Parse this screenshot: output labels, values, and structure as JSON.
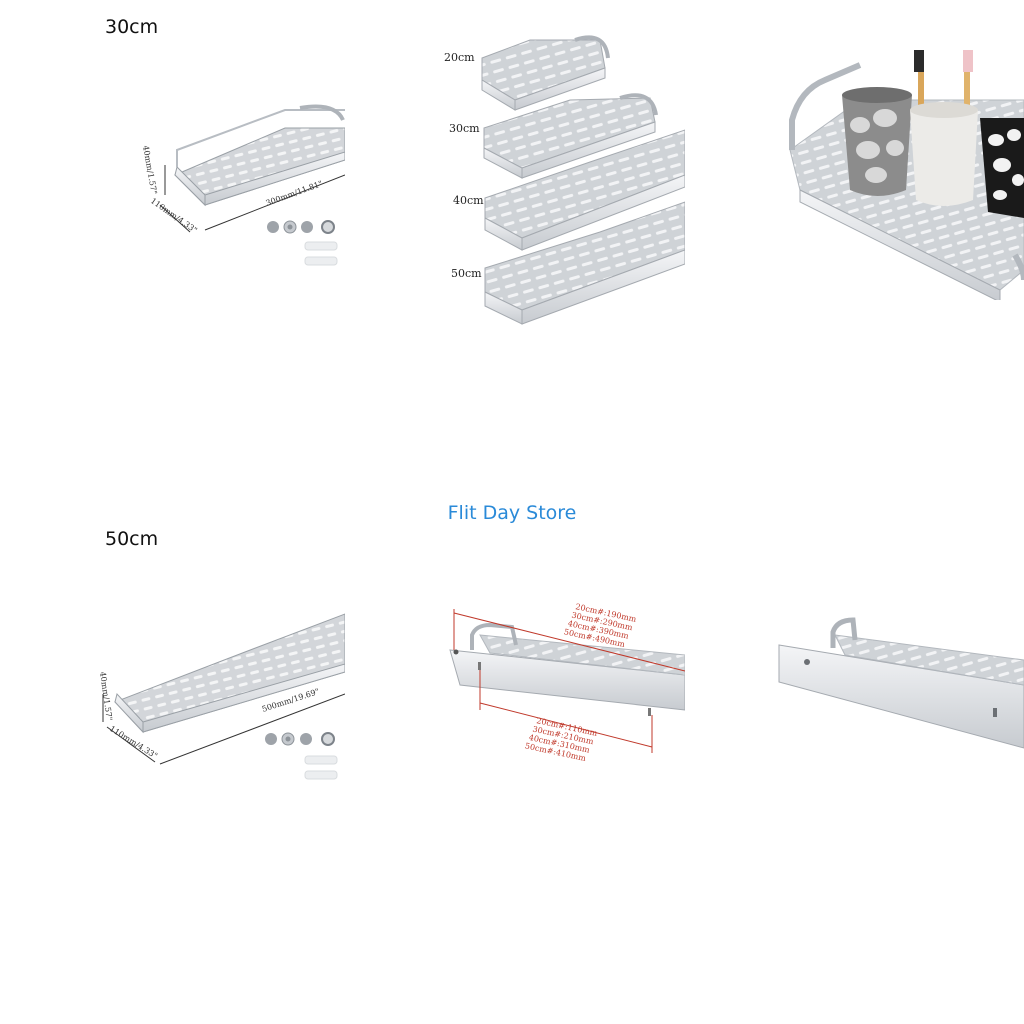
{
  "panels": {
    "p1": {
      "size_label": "30cm",
      "height_dim": "40mm/1.57\"",
      "depth_dim": "110mm/4.33\"",
      "length_dim": "300mm/11.81\""
    },
    "p2": {
      "sizes": [
        "20cm",
        "30cm",
        "40cm",
        "50cm"
      ]
    },
    "p4": {
      "size_label": "50cm",
      "height_dim": "40mm/1.57\"",
      "depth_dim": "110mm/4.33\"",
      "length_dim": "500mm/19.69\""
    },
    "p5": {
      "top_dims": [
        "20cm#:190mm",
        "30cm#:290mm",
        "40cm#:390mm",
        "50cm#:490mm"
      ],
      "bottom_dims": [
        "20cm#:110mm",
        "30cm#:210mm",
        "40cm#:310mm",
        "50cm#:410mm"
      ]
    }
  },
  "store_name": "Flit Day Store"
}
